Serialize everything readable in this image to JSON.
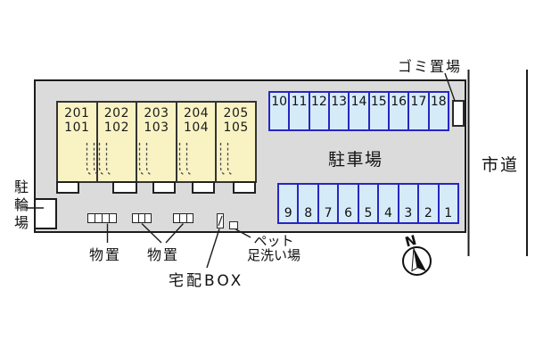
{
  "colors": {
    "site_fill": "#dbdbdb",
    "building_fill": "#f9f3c4",
    "stall_fill": "#d6ebf8",
    "stall_border": "#2626c4",
    "outline": "#1c1c1c"
  },
  "building": {
    "units": [
      {
        "upper": "201",
        "lower": "101"
      },
      {
        "upper": "202",
        "lower": "102"
      },
      {
        "upper": "203",
        "lower": "103"
      },
      {
        "upper": "204",
        "lower": "104"
      },
      {
        "upper": "205",
        "lower": "105"
      }
    ]
  },
  "parking": {
    "label": "駐車場",
    "top_row": [
      "10",
      "11",
      "12",
      "13",
      "14",
      "15",
      "16",
      "17",
      "18"
    ],
    "bottom_row": [
      "9",
      "8",
      "7",
      "6",
      "5",
      "4",
      "3",
      "2",
      "1"
    ]
  },
  "labels": {
    "garbage": "ゴミ置場",
    "road": "市道",
    "bicycle": "駐輪場",
    "storage_left": "物置",
    "storage_mid": "物置",
    "delivery": "宅配BOX",
    "pet_line1": "ペット",
    "pet_line2": "足洗い場",
    "compass_north": "N"
  }
}
